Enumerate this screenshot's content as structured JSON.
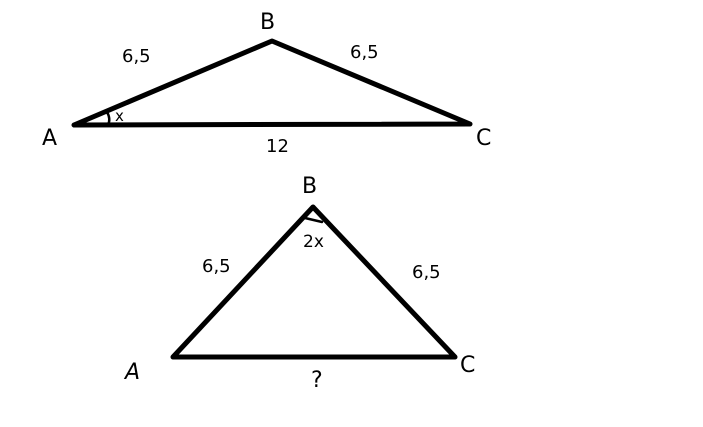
{
  "colors": {
    "stroke": "#000000",
    "background": "#ffffff"
  },
  "triangle_top": {
    "vertices": {
      "A": "A",
      "B": "B",
      "C": "C"
    },
    "sides": {
      "AB": "6,5",
      "BC": "6,5",
      "AC": "12"
    },
    "angle_at_A": "x"
  },
  "triangle_bottom": {
    "vertices": {
      "A": "A",
      "B": "B",
      "C": "C"
    },
    "sides": {
      "AB": "6,5",
      "BC": "6,5",
      "AC": "?"
    },
    "angle_at_B": "2x"
  }
}
